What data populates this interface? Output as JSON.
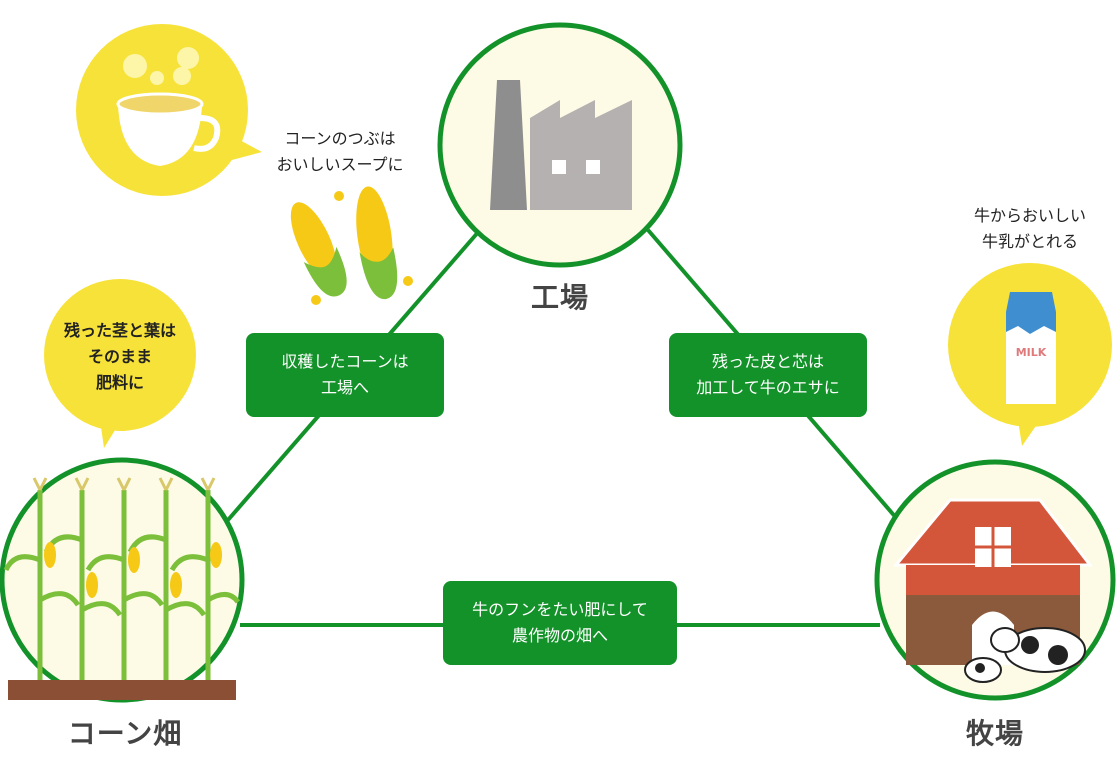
{
  "nodes": {
    "factory": {
      "label": "工場"
    },
    "cornfield": {
      "label": "コーン畑"
    },
    "ranch": {
      "label": "牧場"
    }
  },
  "flows": {
    "field_to_factory": {
      "lines": [
        "収穫したコーンは",
        "工場へ"
      ]
    },
    "factory_to_ranch": {
      "lines": [
        "残った皮と芯は",
        "加工して牛のエサに"
      ]
    },
    "ranch_to_field": {
      "lines": [
        "牛のフンをたい肥にして",
        "農作物の畑へ"
      ]
    }
  },
  "notes": {
    "soup": {
      "lines": [
        "コーンのつぶは",
        "おいしいスープに"
      ]
    },
    "milk": {
      "lines": [
        "牛からおいしい",
        "牛乳がとれる"
      ]
    },
    "fertilizer": {
      "lines": [
        "残った茎と葉は",
        "そのまま",
        "肥料に"
      ]
    }
  },
  "milk_carton_text": "MILK",
  "colors": {
    "green": "#13922a",
    "yellow": "#f7e23a",
    "circle_bg": "#fdfbe6",
    "barn_red": "#d4563a"
  }
}
